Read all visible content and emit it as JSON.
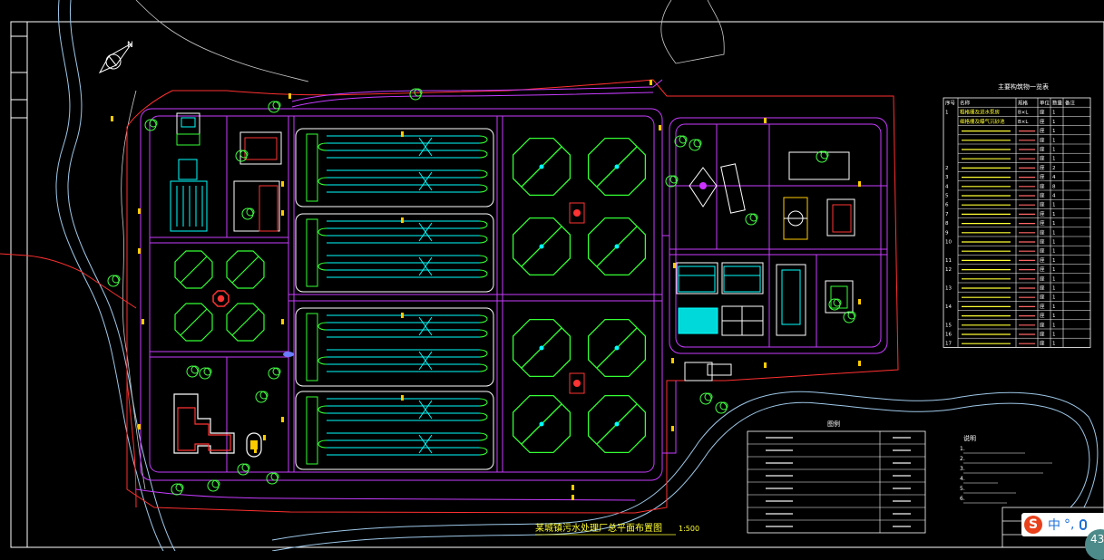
{
  "drawing": {
    "title": "某城镇污水处理厂总平面布置图",
    "scale": "1:500",
    "north_label": "N",
    "colors": {
      "background": "#000000",
      "road": "#c73cff",
      "boundary": "#ff3030",
      "river": "#9ec8e8",
      "tank": "#33ff33",
      "structure": "#00ffff",
      "label": "#ffff33",
      "building": "#ff3333",
      "tree": "#44ff44",
      "frame": "#ffffff"
    }
  },
  "structures_table": {
    "title": "主要构筑物一览表",
    "headers": [
      "序号",
      "名称",
      "规格",
      "单位",
      "数量",
      "备注"
    ],
    "rows": [
      [
        "1",
        "粗格栅及进水泵房",
        "B×L",
        "座",
        "1",
        ""
      ],
      [
        "",
        "细格栅及曝气沉砂池",
        "B×L",
        "座",
        "1",
        ""
      ],
      [
        "",
        "",
        "",
        "座",
        "1",
        ""
      ],
      [
        "",
        "",
        "",
        "座",
        "1",
        ""
      ],
      [
        "",
        "",
        "",
        "座",
        "1",
        ""
      ],
      [
        "",
        "",
        "",
        "座",
        "1",
        ""
      ],
      [
        "2",
        "",
        "",
        "座",
        "2",
        ""
      ],
      [
        "3",
        "",
        "",
        "座",
        "4",
        ""
      ],
      [
        "4",
        "",
        "",
        "座",
        "8",
        ""
      ],
      [
        "5",
        "",
        "",
        "座",
        "4",
        ""
      ],
      [
        "6",
        "",
        "",
        "座",
        "1",
        ""
      ],
      [
        "7",
        "",
        "",
        "座",
        "1",
        ""
      ],
      [
        "8",
        "",
        "",
        "座",
        "1",
        ""
      ],
      [
        "9",
        "",
        "",
        "座",
        "1",
        ""
      ],
      [
        "10",
        "",
        "",
        "座",
        "1",
        ""
      ],
      [
        "",
        "",
        "",
        "座",
        "1",
        ""
      ],
      [
        "11",
        "",
        "",
        "座",
        "1",
        ""
      ],
      [
        "12",
        "",
        "",
        "座",
        "1",
        ""
      ],
      [
        "",
        "",
        "",
        "座",
        "1",
        ""
      ],
      [
        "13",
        "",
        "",
        "座",
        "1",
        ""
      ],
      [
        "",
        "",
        "",
        "座",
        "1",
        ""
      ],
      [
        "14",
        "",
        "",
        "座",
        "1",
        ""
      ],
      [
        "",
        "",
        "",
        "座",
        "1",
        ""
      ],
      [
        "15",
        "",
        "",
        "座",
        "1",
        ""
      ],
      [
        "16",
        "",
        "",
        "座",
        "1",
        ""
      ],
      [
        "17",
        "",
        "",
        "座",
        "1",
        ""
      ]
    ]
  },
  "legend_table": {
    "title": "图例",
    "rows": [
      [
        "",
        ""
      ],
      [
        "",
        ""
      ],
      [
        "",
        ""
      ],
      [
        "",
        ""
      ],
      [
        "",
        ""
      ],
      [
        "",
        ""
      ],
      [
        "",
        ""
      ],
      [
        "",
        ""
      ]
    ]
  },
  "notes": {
    "title": "说明",
    "lines": [
      "1.",
      "2.",
      "3.",
      "4.",
      "5.",
      "6."
    ]
  },
  "ime_toolbar": {
    "logo": "S",
    "mode": "中",
    "punct": "°,",
    "badge": "43"
  }
}
